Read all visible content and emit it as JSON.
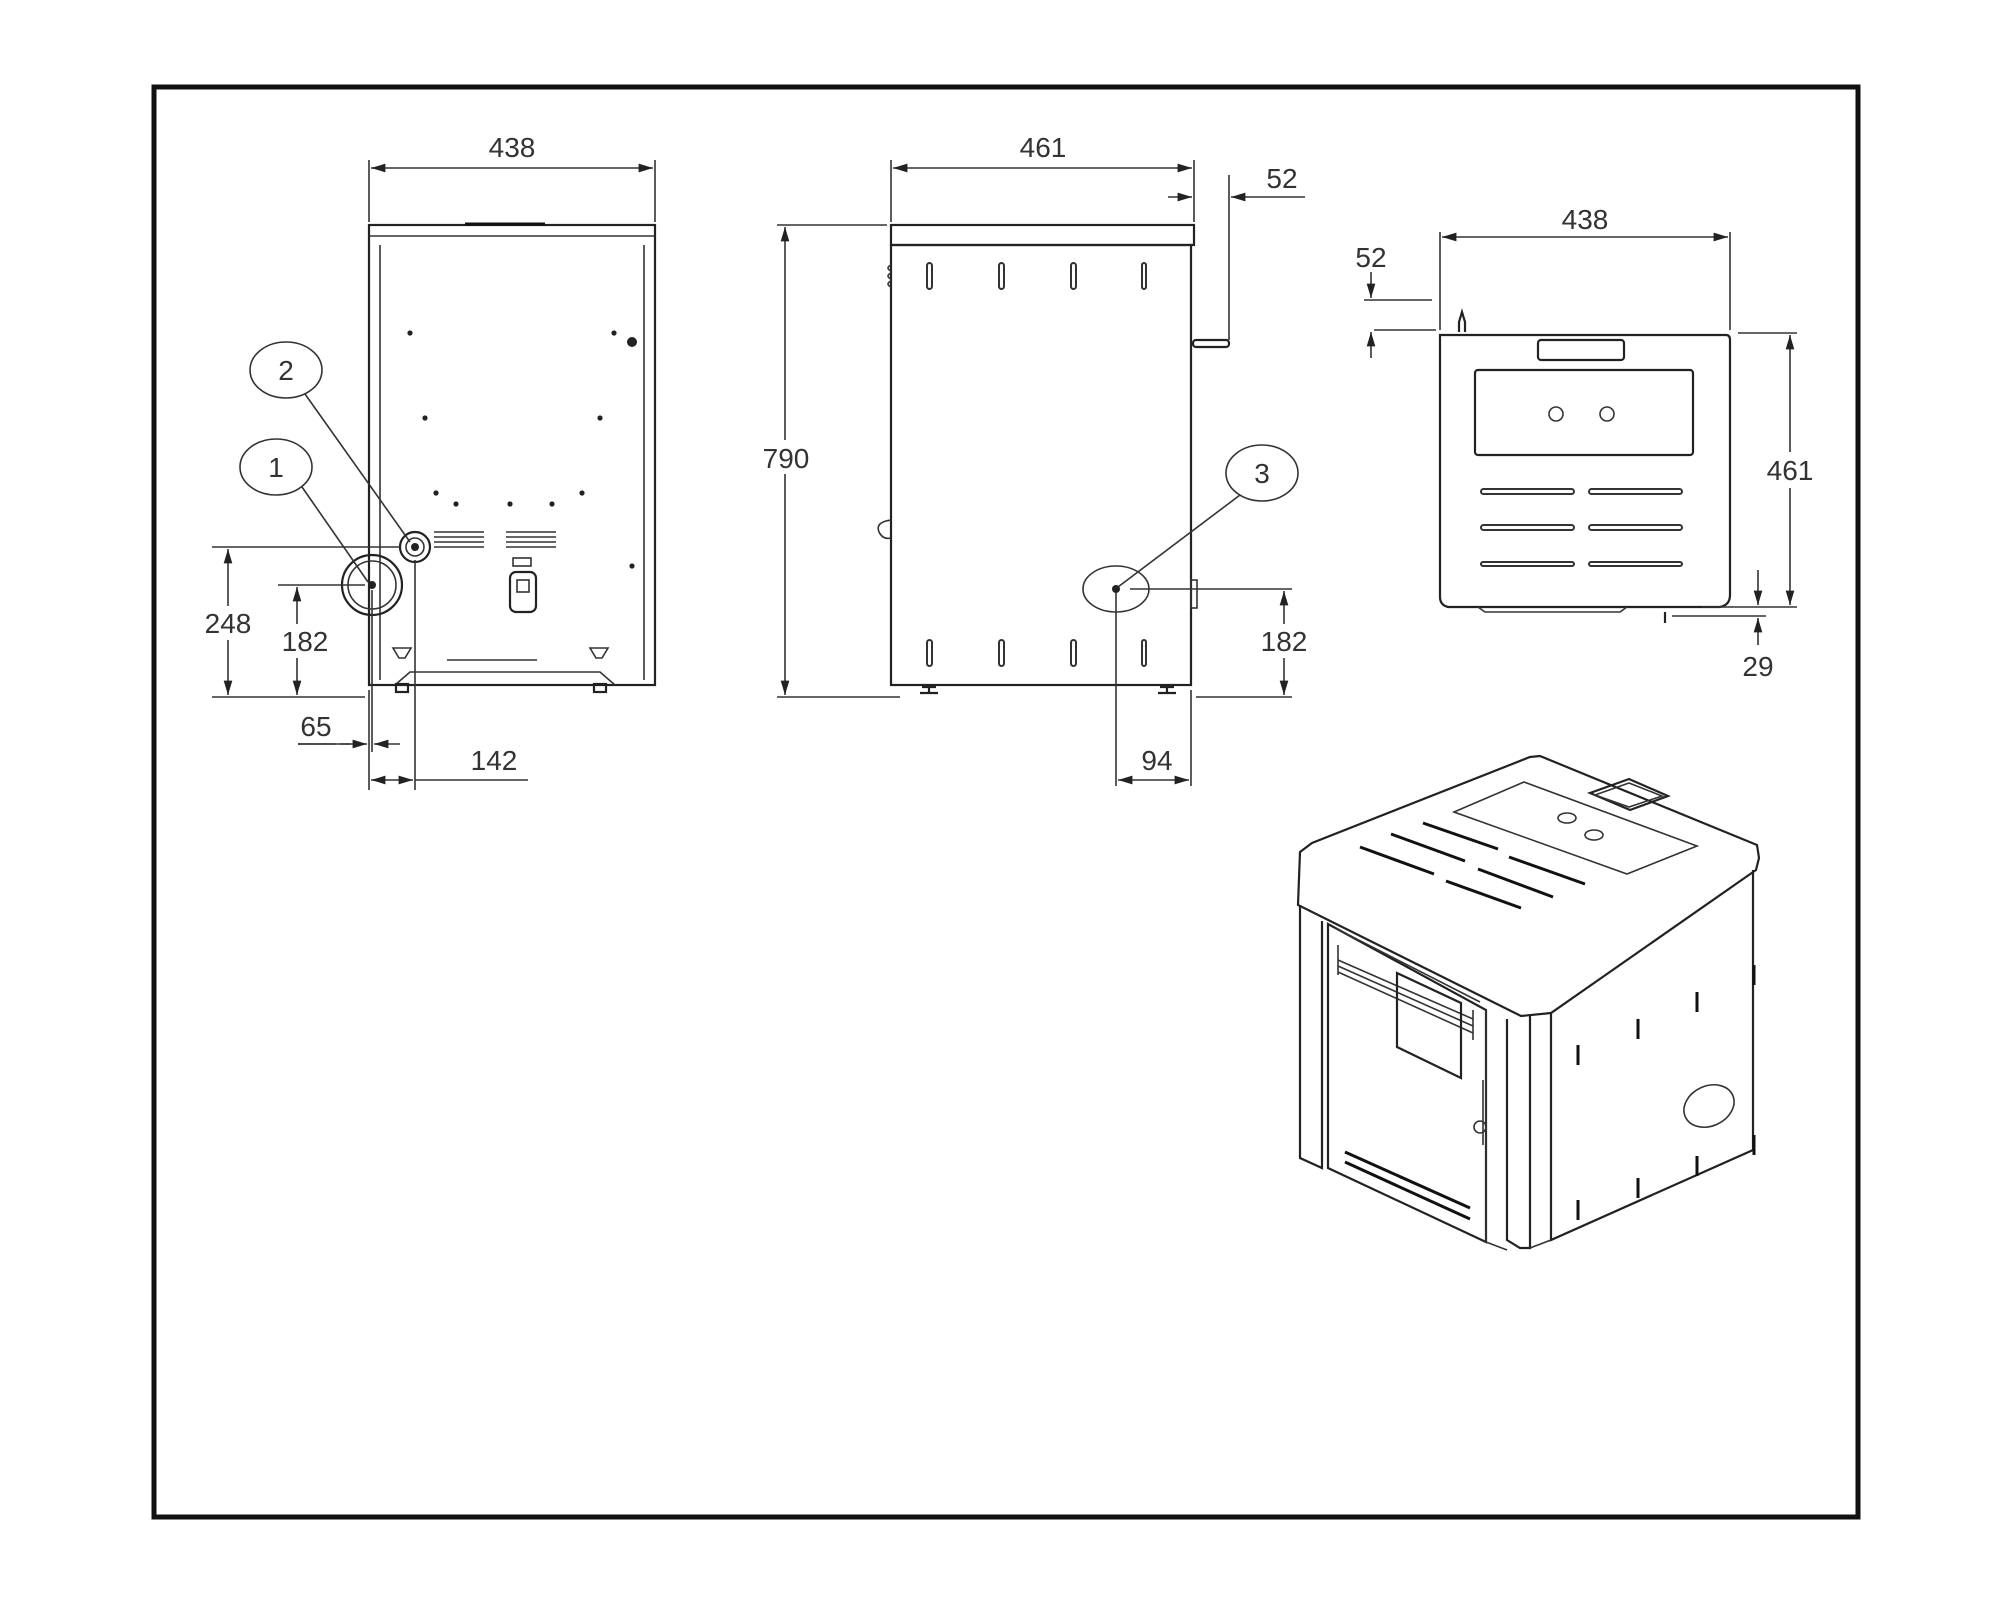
{
  "views": {
    "rear": {
      "width": "438",
      "callout_1": "1",
      "callout_2": "2",
      "height_2": "248",
      "height_1": "182",
      "offset_1": "65",
      "offset_2": "142"
    },
    "side": {
      "depth": "461",
      "height_total": "790",
      "handle_projection": "52",
      "callout_3": "3",
      "height_3": "182",
      "offset_3": "94"
    },
    "top": {
      "width": "438",
      "depth": "461",
      "rear_projection": "52",
      "front_projection": "29"
    }
  }
}
